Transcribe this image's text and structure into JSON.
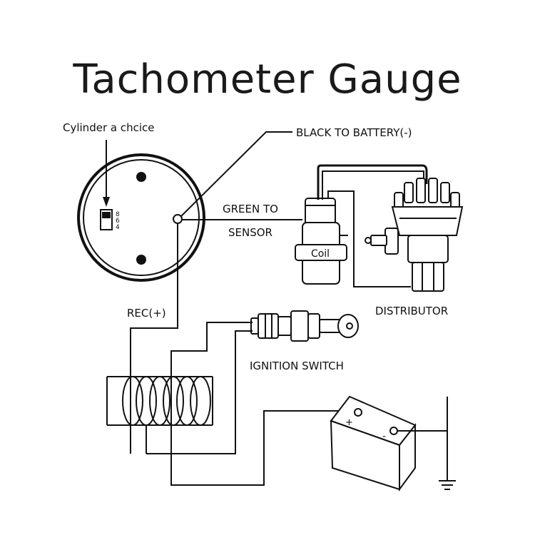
{
  "title": "Tachometer Gauge",
  "labels": {
    "cylinder_choice": "Cylinder a chcice",
    "black_to_battery": "BLACK  TO BATTERY(-)",
    "green_to": "GREEN TO",
    "sensor": "SENSOR",
    "coil": "Coil",
    "distributor": "DISTRIBUTOR",
    "red": "REC(+)",
    "ignition_switch": "IGNITION SWITCH",
    "battery_plus": "+",
    "battery_minus": "-"
  },
  "switch_marks": [
    "8",
    "6",
    "4"
  ],
  "colors": {
    "ink": "#111111",
    "background": "#ffffff"
  }
}
